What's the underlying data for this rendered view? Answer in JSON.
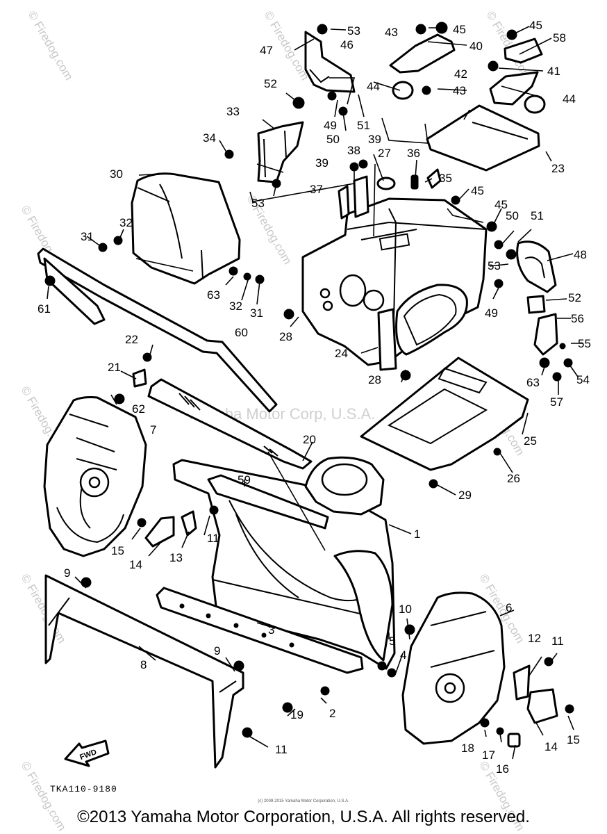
{
  "watermarks": {
    "site": "© Firedog.com",
    "manufacturer": "Yamaha Motor Corp, U.S.A."
  },
  "fwd_arrow": "FWD",
  "drawing_code": "TKA110-9180",
  "source_note": "(c) 2009-2015 Yamaha Motor Corporation, U.S.A.",
  "copyright": "©2013 Yamaha Motor Corporation, U.S.A. All rights reserved.",
  "callouts": {
    "p1": "1",
    "p2": "2",
    "p3": "3",
    "p4": "4",
    "p5": "5",
    "p6": "6",
    "p7": "7",
    "p8": "8",
    "p9a": "9",
    "p9b": "9",
    "p10": "10",
    "p11a": "11",
    "p11b": "11",
    "p11c": "11",
    "p12": "12",
    "p13": "13",
    "p14a": "14",
    "p14b": "14",
    "p15a": "15",
    "p15b": "15",
    "p16": "16",
    "p17": "17",
    "p18": "18",
    "p19": "19",
    "p20": "20",
    "p21": "21",
    "p22": "22",
    "p23": "23",
    "p24": "24",
    "p25": "25",
    "p26": "26",
    "p27": "27",
    "p28a": "28",
    "p28b": "28",
    "p29": "29",
    "p30": "30",
    "p31a": "31",
    "p31b": "31",
    "p32a": "32",
    "p32b": "32",
    "p33": "33",
    "p34": "34",
    "p35": "35",
    "p36": "36",
    "p37": "37",
    "p38": "38",
    "p39a": "39",
    "p39b": "39",
    "p40": "40",
    "p41": "41",
    "p42": "42",
    "p43a": "43",
    "p43b": "43",
    "p44a": "44",
    "p44b": "44",
    "p45a": "45",
    "p45b": "45",
    "p45c": "45",
    "p45d": "45",
    "p46": "46",
    "p47": "47",
    "p48": "48",
    "p49a": "49",
    "p49b": "49",
    "p50a": "50",
    "p50b": "50",
    "p51a": "51",
    "p51b": "51",
    "p52a": "52",
    "p52b": "52",
    "p53a": "53",
    "p53b": "53",
    "p53c": "53",
    "p54": "54",
    "p55": "55",
    "p56": "56",
    "p57": "57",
    "p58": "58",
    "p59": "59",
    "p60": "60",
    "p61": "61",
    "p62": "62",
    "p63a": "63",
    "p63b": "63"
  }
}
